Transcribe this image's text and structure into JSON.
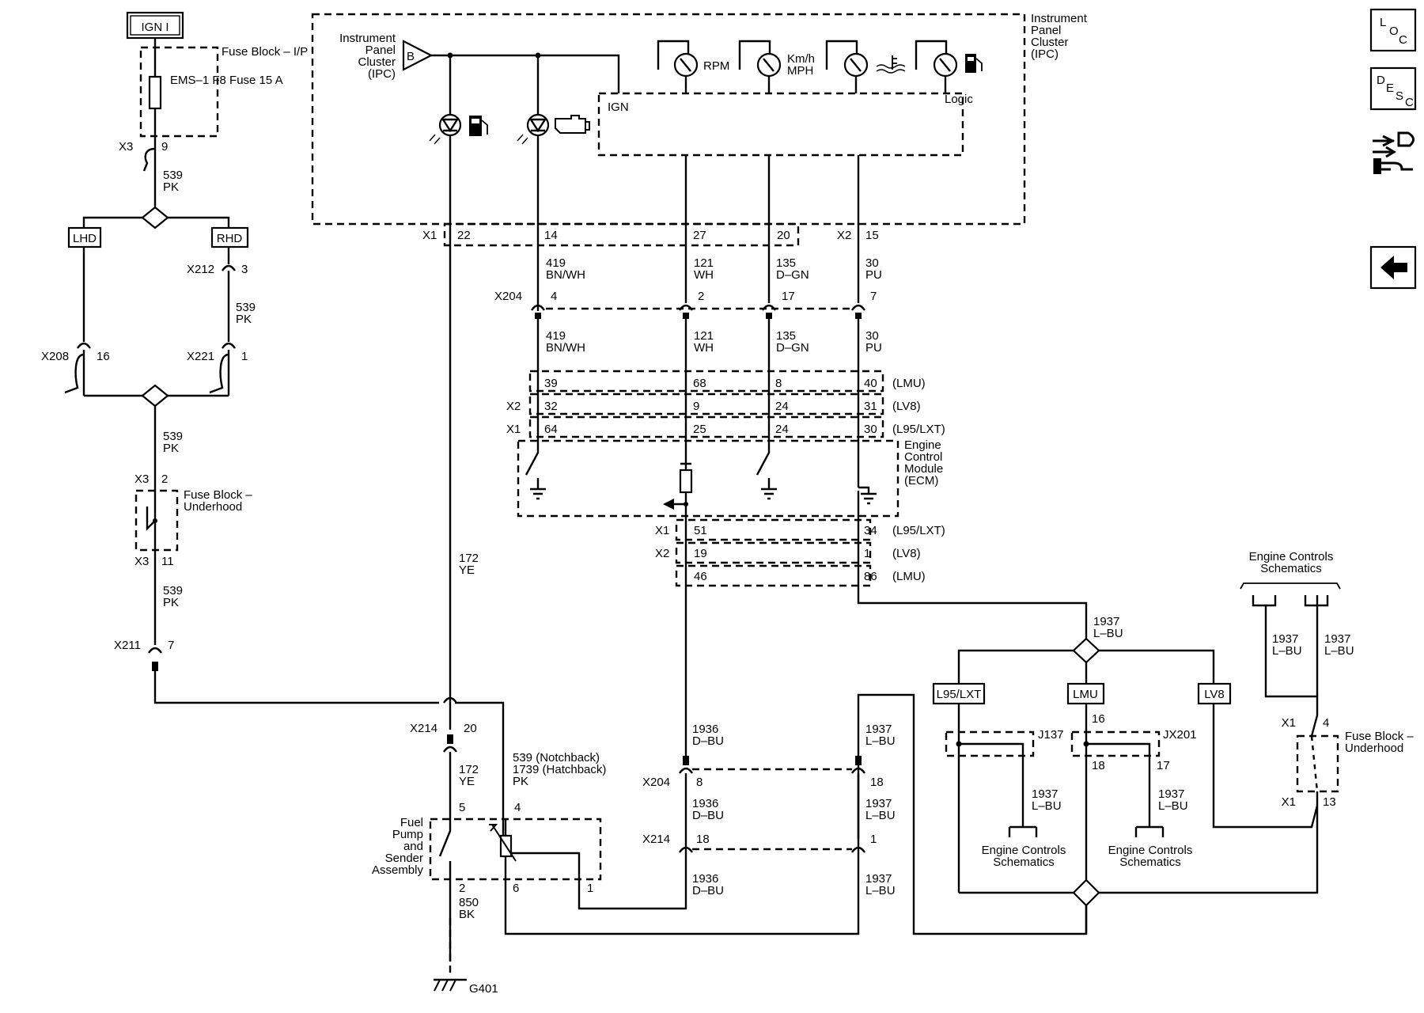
{
  "fuse": {
    "ign_label": "IGN I",
    "block_name": "Fuse Block – I/P",
    "fuse_name": "EMS–1 F8 Fuse 15 A"
  },
  "connectors": {
    "x3_9": [
      "X3",
      "9"
    ],
    "x212_3": [
      "X212",
      "3"
    ],
    "x208_16": [
      "X208",
      "16"
    ],
    "x221_1": [
      "X221",
      "1"
    ],
    "x3_2": [
      "X3",
      "2"
    ],
    "x3_11": [
      "X3",
      "11"
    ],
    "x211_7": [
      "X211",
      "7"
    ],
    "x214_20": [
      "X214",
      "20"
    ],
    "x204_8": [
      "X204",
      "8"
    ],
    "x204_18": "18",
    "x214_18": [
      "X214",
      "18"
    ],
    "x214_1": "1",
    "x1_4": [
      "X1",
      "4"
    ],
    "x1_13": [
      "X1",
      "13"
    ],
    "g401": "G401"
  },
  "variants": {
    "lhd": "LHD",
    "rhd": "RHD"
  },
  "circuits": {
    "c539_1": [
      "539",
      "PK"
    ],
    "c539_2": [
      "539",
      "PK"
    ],
    "c539_3": [
      "539",
      "PK"
    ],
    "c539_4": [
      "539",
      "PK"
    ],
    "c172_1": [
      "172",
      "YE"
    ],
    "c172_2": [
      "172",
      "YE"
    ],
    "c539_pump": [
      "539 (Notchback)",
      "1739 (Hatchback)",
      "PK"
    ],
    "c850": [
      "850",
      "BK"
    ]
  },
  "ipc": {
    "title": [
      "Instrument",
      "Panel",
      "Cluster",
      "(IPC)"
    ],
    "title_left": [
      "Instrument",
      "Panel",
      "Cluster",
      "(IPC)"
    ],
    "b_label": "B",
    "ign_label": "IGN",
    "logic_label": "Logic",
    "gauges": {
      "rpm": "RPM",
      "speed": [
        "Km/h",
        "MPH"
      ]
    },
    "x1": [
      "X1",
      "22",
      "14",
      "27",
      "20"
    ],
    "x2": [
      "X2",
      "15"
    ]
  },
  "harness": {
    "top": [
      [
        "419",
        "BN/WH"
      ],
      [
        "121",
        "WH"
      ],
      [
        "135",
        "D–GN"
      ],
      [
        "30",
        "PU"
      ]
    ],
    "x204": [
      "X204",
      "4",
      "2",
      "17",
      "7"
    ],
    "bottom": [
      [
        "419",
        "BN/WH"
      ],
      [
        "121",
        "WH"
      ],
      [
        "135",
        "D–GN"
      ],
      [
        "30",
        "PU"
      ]
    ]
  },
  "ecm": {
    "title": [
      "Engine",
      "Control",
      "Module",
      "(ECM)"
    ],
    "rows": [
      {
        "conn": "",
        "pins": [
          "39",
          "68",
          "8",
          "40"
        ],
        "variant": "(LMU)"
      },
      {
        "conn": "X2",
        "pins": [
          "32",
          "9",
          "24",
          "31"
        ],
        "variant": "(LV8)"
      },
      {
        "conn": "X1",
        "pins": [
          "64",
          "25",
          "24",
          "30"
        ],
        "variant": "(L95/LXT)"
      }
    ],
    "bottom_rows": [
      {
        "conn": "X1",
        "pins": [
          "51",
          "34"
        ],
        "variant": "(L95/LXT)"
      },
      {
        "conn": "X2",
        "pins": [
          "19",
          "1"
        ],
        "variant": "(LV8)"
      },
      {
        "conn": "",
        "pins": [
          "46",
          "86"
        ],
        "variant": "(LMU)"
      }
    ]
  },
  "fuse_underhood": [
    "Fuse Block –",
    "Underhood"
  ],
  "fuse_underhood_right": [
    "Fuse Block –",
    "Underhood"
  ],
  "pump": {
    "title": [
      "Fuel",
      "Pump",
      "and",
      "Sender",
      "Assembly"
    ],
    "pins": [
      "5",
      "4",
      "2",
      "6",
      "1"
    ]
  },
  "sensor_circuits": {
    "c1936_a": [
      "1936",
      "D–BU"
    ],
    "c1936_b": [
      "1936",
      "D–BU"
    ],
    "c1936_c": [
      "1936",
      "D–BU"
    ],
    "c1937_a": [
      "1937",
      "L–BU"
    ],
    "c1937_b": [
      "1937",
      "L–BU"
    ],
    "c1937_c": [
      "1937",
      "L–BU"
    ],
    "c1937_d": [
      "1937",
      "L–BU"
    ],
    "c1937_e": [
      "1937",
      "L–BU"
    ],
    "c1937_f": [
      "1937",
      "L–BU"
    ],
    "c1937_g": [
      "1937",
      "L–BU"
    ],
    "c1937_h": [
      "1937",
      "L–BU"
    ]
  },
  "engine_variants": {
    "l95": "L95/LXT",
    "lmu": "LMU",
    "lv8": "LV8"
  },
  "splices": {
    "j137": "J137",
    "jx201": "JX201",
    "lmu_16": "16",
    "jx201_18": "18",
    "jx201_17": "17"
  },
  "references": {
    "top": [
      "Engine Controls",
      "Schematics"
    ],
    "a": [
      "Engine Controls",
      "Schematics"
    ],
    "b": [
      "Engine Controls",
      "Schematics"
    ]
  },
  "nav": {
    "loc": [
      "L",
      "O",
      "C"
    ],
    "desc": [
      "D",
      "E",
      "S",
      "C"
    ]
  }
}
